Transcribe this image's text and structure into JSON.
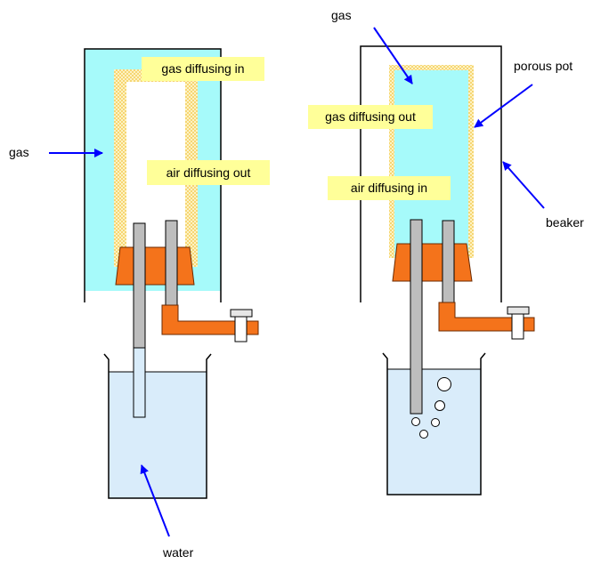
{
  "labels": {
    "left_gas": "gas",
    "left_gas_in": "gas diffusing in",
    "left_air_out": "air diffusing out",
    "water": "water",
    "right_gas": "gas",
    "porous_pot": "porous pot",
    "right_gas_out": "gas diffusing out",
    "right_air_in": "air diffusing in",
    "beaker": "beaker"
  },
  "colors": {
    "gas_fill": "#a6fafa",
    "water_fill": "#d9ecfa",
    "stopper": "#f4731b",
    "tube": "#bdbdbd",
    "arrow": "#0000ff",
    "label_bg": "#ffff99",
    "porous_dots": "#f2c23a"
  }
}
